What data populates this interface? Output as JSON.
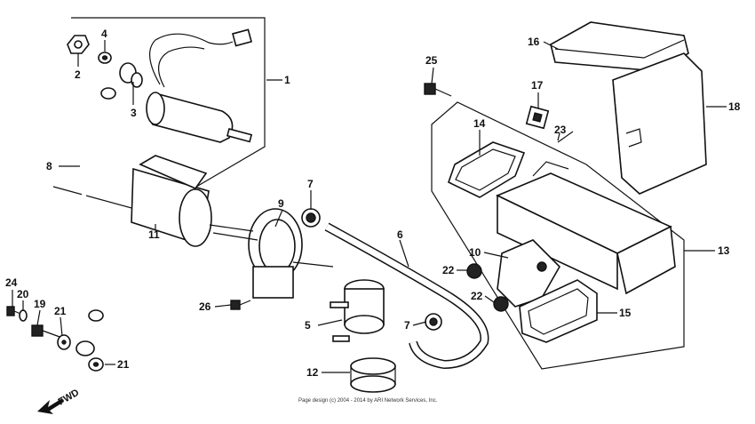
{
  "diagram": {
    "callouts": [
      {
        "id": "c1",
        "text": "1"
      },
      {
        "id": "c2",
        "text": "2"
      },
      {
        "id": "c3",
        "text": "3"
      },
      {
        "id": "c4",
        "text": "4"
      },
      {
        "id": "c5",
        "text": "5"
      },
      {
        "id": "c6",
        "text": "6"
      },
      {
        "id": "c7a",
        "text": "7"
      },
      {
        "id": "c7b",
        "text": "7"
      },
      {
        "id": "c8",
        "text": "8"
      },
      {
        "id": "c9",
        "text": "9"
      },
      {
        "id": "c10",
        "text": "10"
      },
      {
        "id": "c11",
        "text": "11"
      },
      {
        "id": "c12",
        "text": "12"
      },
      {
        "id": "c13",
        "text": "13"
      },
      {
        "id": "c14",
        "text": "14"
      },
      {
        "id": "c15",
        "text": "15"
      },
      {
        "id": "c16",
        "text": "16"
      },
      {
        "id": "c17",
        "text": "17"
      },
      {
        "id": "c18",
        "text": "18"
      },
      {
        "id": "c19",
        "text": "19"
      },
      {
        "id": "c20",
        "text": "20"
      },
      {
        "id": "c21a",
        "text": "21"
      },
      {
        "id": "c21b",
        "text": "21"
      },
      {
        "id": "c22a",
        "text": "22"
      },
      {
        "id": "c22b",
        "text": "22"
      },
      {
        "id": "c23",
        "text": "23"
      },
      {
        "id": "c24",
        "text": "24"
      },
      {
        "id": "c25",
        "text": "25"
      },
      {
        "id": "c26",
        "text": "26"
      }
    ],
    "fwd_label": "FWD",
    "copyright": "Page design (c) 2004 - 2014 by ARI Network Services, Inc."
  }
}
